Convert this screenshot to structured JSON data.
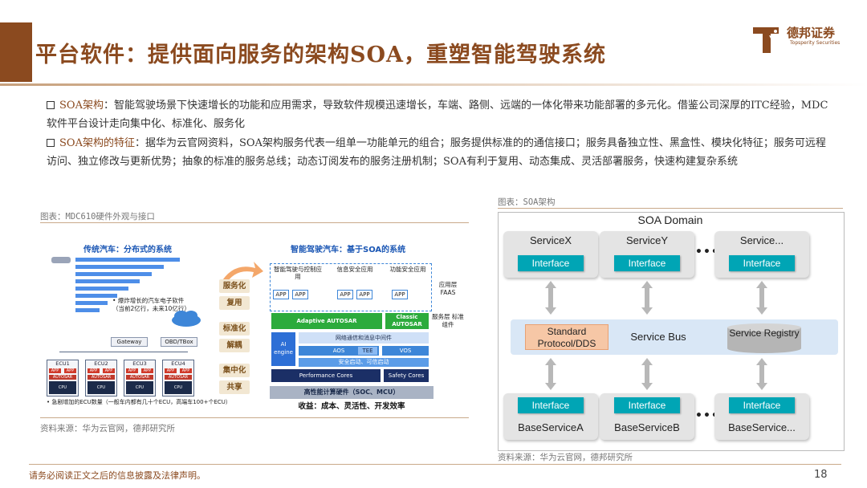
{
  "header": {
    "title": "平台软件：提供面向服务的架构SOA，重塑智能驾驶系统",
    "logo_cn": "德邦证券",
    "logo_en": "Topsperity Securities"
  },
  "bullets": [
    {
      "keyword": "SOA架构",
      "text": "：智能驾驶场景下快速增长的功能和应用需求，导致软件规模迅速增长，车端、路侧、远端的一体化带来功能部署的多元化。借鉴公司深厚的ITC经验，MDC软件平台设计走向集中化、标准化、服务化"
    },
    {
      "keyword": "SOA架构的特征",
      "text": "：据华为云官网资料，SOA架构服务代表一组单一功能单元的组合；服务提供标准的的通信接口；服务具备独立性、黑盒性、模块化特征；服务可远程访问、独立修改与更新优势；抽象的标准的服务总线；动态订阅发布的服务注册机制；SOA有利于复用、动态集成、灵活部署服务，快速构建复杂系统"
    }
  ],
  "left_figure": {
    "caption": "图表：MDC610硬件外观与接口",
    "source": "资料来源：华为云官网，德邦研究所",
    "traditional_title": "传统汽车：分布式的系统",
    "smart_title": "智能驾驶汽车：基于SOA的系统",
    "growth_note": "• 爆炸增长的汽车电子软件（当前2亿行，未来10亿行）",
    "ecu_note": "• 急剧增加的ECU数量（一般车内都有几十个ECU，高端车100+个ECU）",
    "gateway": "Gateway",
    "obd": "OBD/TBox",
    "ecus": [
      "ECU1",
      "ECU2",
      "ECU3",
      "ECU4"
    ],
    "ecu_app": "APP",
    "ecu_autosar": "AUTOSAR",
    "ecu_cpu": "CPU",
    "tags": [
      "服务化",
      "复用",
      "标准化",
      "解耦",
      "集中化",
      "共享"
    ],
    "apps": [
      "智能驾驶与控制应用",
      "信息安全应用",
      "功能安全应用"
    ],
    "app_label": "APP",
    "app_layer": "应用层 FAAS",
    "service_layer": "服务层 标准组件",
    "adaptive": "Adaptive AUTOSAR",
    "classic": "Classic AUTOSAR",
    "ai_engine": "AI engine",
    "middleware": "网络通信和消息中间件",
    "aos": "AOS",
    "tee": "TEE",
    "vos": "VOS",
    "secure_boot": "安全启动、可信启动",
    "perf_cores": "Performance Cores",
    "safety_cores": "Safety Cores",
    "hw": "高性能计算硬件（SOC、MCU）",
    "benefit": "收益：成本、灵活性、开发效率"
  },
  "right_figure": {
    "caption": "图表：SOA架构",
    "source": "资料来源：华为云官网，德邦研究所",
    "domain": "SOA Domain",
    "top_services": [
      "ServiceX",
      "ServiceY",
      "Service..."
    ],
    "bottom_services": [
      "BaseServiceA",
      "BaseServiceB",
      "BaseService..."
    ],
    "interface": "Interface",
    "dots": "•••••",
    "bus_left": "Standard Protocol/DDS",
    "bus_center": "Service Bus",
    "bus_right": "Service Registry"
  },
  "footer": {
    "disclaimer": "请务必阅读正文之后的信息披露及法律声明。",
    "page": "18"
  },
  "colors": {
    "brand": "#8b4a1f",
    "interface": "#00a5b5",
    "bus": "#d9e7f6",
    "adaptive": "#2cab3c",
    "cores": "#1b2f66"
  }
}
